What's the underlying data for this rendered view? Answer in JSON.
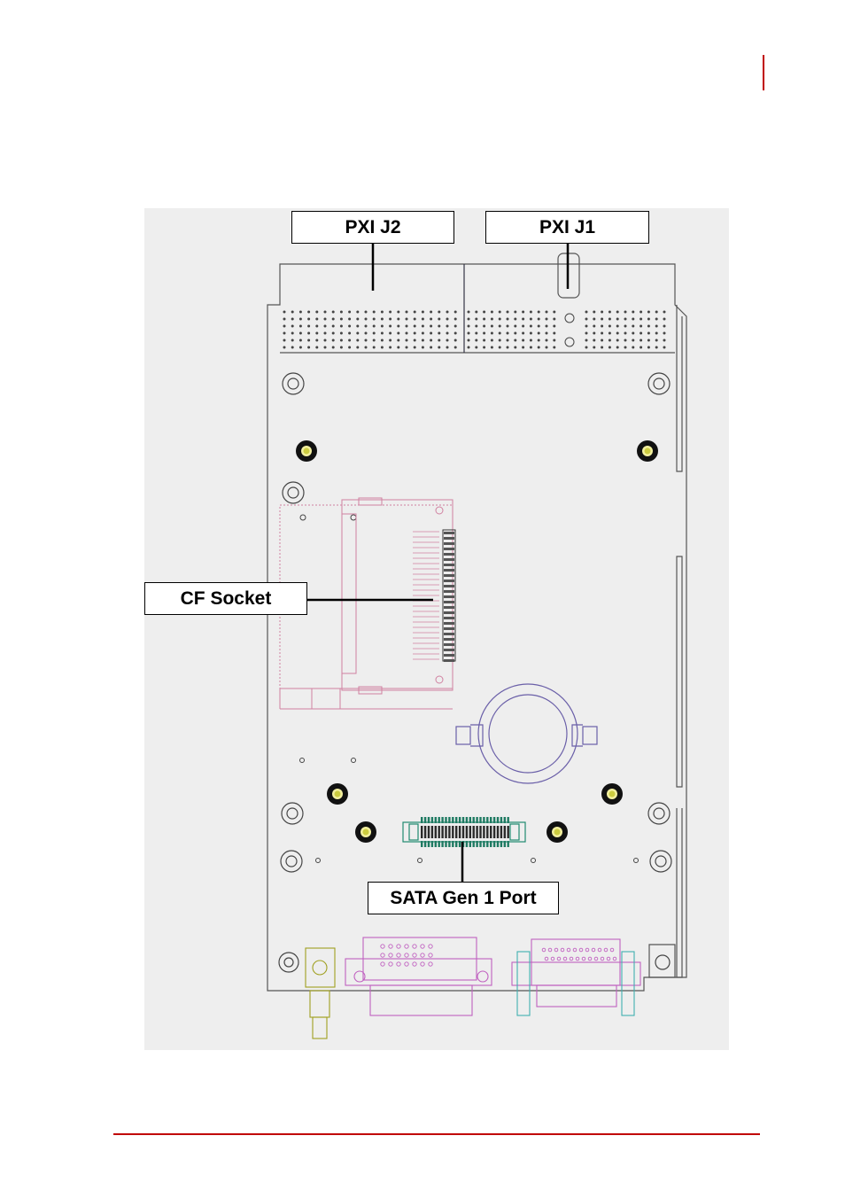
{
  "page": {
    "accent_color": "#c00000"
  },
  "diagram": {
    "board_color": "#eeeeee",
    "callouts": {
      "pxi_j2": "PXI J2",
      "pxi_j1": "PXI J1",
      "cf_socket": "CF Socket",
      "sata_port": "SATA Gen 1 Port"
    }
  }
}
